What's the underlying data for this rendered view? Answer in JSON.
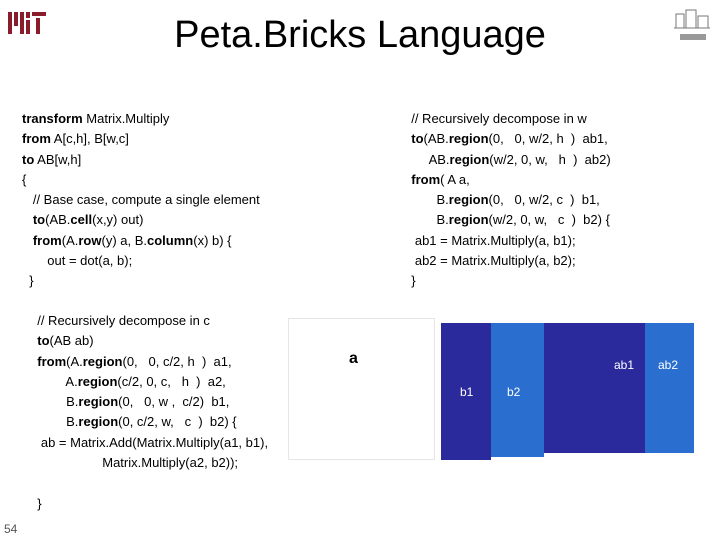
{
  "slide": {
    "title": "Peta.Bricks Language",
    "page_number": "54",
    "logos": {
      "left": "mit-logo",
      "right": "csail-logo"
    }
  },
  "code_left_top": [
    [
      {
        "t": "transform",
        "k": true
      },
      {
        "t": " Matrix.Multiply",
        "k": false
      }
    ],
    [
      {
        "t": "from",
        "k": true
      },
      {
        "t": " A[c,h], B[w,c]",
        "k": false
      }
    ],
    [
      {
        "t": "to",
        "k": true
      },
      {
        "t": " AB[w,h]",
        "k": false
      }
    ],
    [
      {
        "t": "{",
        "k": false
      }
    ],
    [
      {
        "t": "   // Base case, compute a single element",
        "k": false
      }
    ],
    [
      {
        "t": "   ",
        "k": false
      },
      {
        "t": "to",
        "k": true
      },
      {
        "t": "(AB.",
        "k": false
      },
      {
        "t": "cell",
        "k": true
      },
      {
        "t": "(x,y) out)",
        "k": false
      }
    ],
    [
      {
        "t": "   ",
        "k": false
      },
      {
        "t": "from",
        "k": true
      },
      {
        "t": "(A.",
        "k": false
      },
      {
        "t": "row",
        "k": true
      },
      {
        "t": "(y) a, B.",
        "k": false
      },
      {
        "t": "column",
        "k": true
      },
      {
        "t": "(x) b) {",
        "k": false
      }
    ],
    [
      {
        "t": "       out = dot(a, b);",
        "k": false
      }
    ],
    [
      {
        "t": "  }",
        "k": false
      }
    ]
  ],
  "code_left_bottom": [
    [
      {
        "t": "  // Recursively decompose in c",
        "k": false
      }
    ],
    [
      {
        "t": "  ",
        "k": false
      },
      {
        "t": "to",
        "k": true
      },
      {
        "t": "(AB ab)",
        "k": false
      }
    ],
    [
      {
        "t": "  ",
        "k": false
      },
      {
        "t": "from",
        "k": true
      },
      {
        "t": "(A.",
        "k": false
      },
      {
        "t": "region",
        "k": true
      },
      {
        "t": "(0,   0, c/2, h  )  a1,",
        "k": false
      }
    ],
    [
      {
        "t": "          A.",
        "k": false
      },
      {
        "t": "region",
        "k": true
      },
      {
        "t": "(c/2, 0, c,   h  )  a2,",
        "k": false
      }
    ],
    [
      {
        "t": "          B.",
        "k": false
      },
      {
        "t": "region",
        "k": true
      },
      {
        "t": "(0,   0, w ,  c/2)  b1,",
        "k": false
      }
    ],
    [
      {
        "t": "          B.",
        "k": false
      },
      {
        "t": "region",
        "k": true
      },
      {
        "t": "(0, c/2, w,   c  )  b2) {",
        "k": false
      }
    ],
    [
      {
        "t": "   ab = Matrix.Add(Matrix.Multiply(a1, b1),",
        "k": false
      }
    ],
    [
      {
        "t": "                    Matrix.Multiply(a2, b2));",
        "k": false
      }
    ],
    [
      {
        "t": "",
        "k": false
      }
    ],
    [
      {
        "t": "  }",
        "k": false
      }
    ]
  ],
  "code_right": [
    [
      {
        "t": "  // Recursively decompose in w",
        "k": false
      }
    ],
    [
      {
        "t": "  ",
        "k": false
      },
      {
        "t": "to",
        "k": true
      },
      {
        "t": "(AB.",
        "k": false
      },
      {
        "t": "region",
        "k": true
      },
      {
        "t": "(0,   0, w/2, h  )  ab1,",
        "k": false
      }
    ],
    [
      {
        "t": "       AB.",
        "k": false
      },
      {
        "t": "region",
        "k": true
      },
      {
        "t": "(w/2, 0, w,   h  )  ab2)",
        "k": false
      }
    ],
    [
      {
        "t": "  ",
        "k": false
      },
      {
        "t": "from",
        "k": true
      },
      {
        "t": "( A a,",
        "k": false
      }
    ],
    [
      {
        "t": "         B.",
        "k": false
      },
      {
        "t": "region",
        "k": true
      },
      {
        "t": "(0,   0, w/2, c  )  b1,",
        "k": false
      }
    ],
    [
      {
        "t": "         B.",
        "k": false
      },
      {
        "t": "region",
        "k": true
      },
      {
        "t": "(w/2, 0, w,   c  )  b2) {",
        "k": false
      }
    ],
    [
      {
        "t": "   ab1 = Matrix.Multiply(a, b1);",
        "k": false
      }
    ],
    [
      {
        "t": "   ab2 = Matrix.Multiply(a, b2);",
        "k": false
      }
    ],
    [
      {
        "t": "  }",
        "k": false
      }
    ]
  ],
  "diagram": {
    "a": {
      "label": "a",
      "color": "#ffffff"
    },
    "b1": {
      "label": "b1",
      "color": "#2a2a9c"
    },
    "b2": {
      "label": "b2",
      "color": "#2a6fd0"
    },
    "ab1": {
      "label": "ab1",
      "color": "#2a2a9c"
    },
    "ab2": {
      "label": "ab2",
      "color": "#2a6fd0"
    }
  }
}
